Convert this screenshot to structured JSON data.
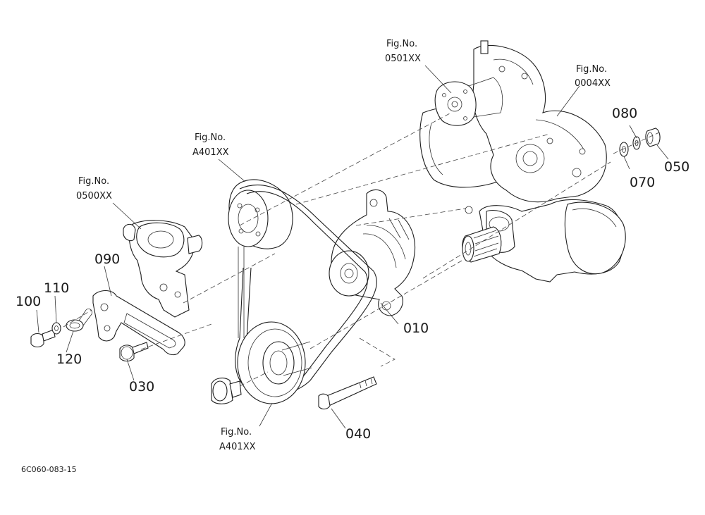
{
  "diagram": {
    "callouts": {
      "fig_0501": {
        "label": "Fig.No.",
        "code": "0501XX"
      },
      "fig_0004": {
        "label": "Fig.No.",
        "code": "0004XX"
      },
      "fig_a401_top": {
        "label": "Fig.No.",
        "code": "A401XX"
      },
      "fig_0500": {
        "label": "Fig.No.",
        "code": "0500XX"
      },
      "fig_a401_bottom": {
        "label": "Fig.No.",
        "code": "A401XX"
      }
    },
    "parts": {
      "p010": "010",
      "p030": "030",
      "p040": "040",
      "p050": "050",
      "p070": "070",
      "p080": "080",
      "p090": "090",
      "p100": "100",
      "p110": "110",
      "p120": "120"
    },
    "drawing_code": "6C060-083-15"
  }
}
